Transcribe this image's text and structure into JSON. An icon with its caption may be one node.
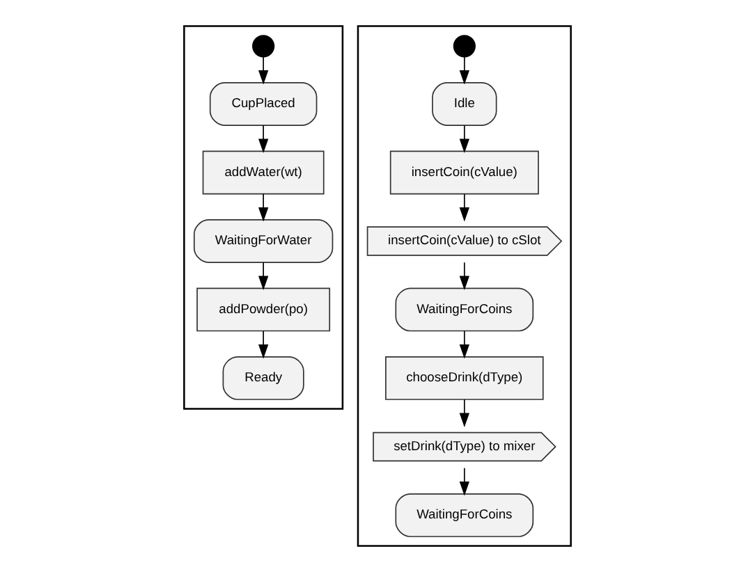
{
  "diagram": {
    "nodes": [
      {
        "text": [],
        "shape": "box"
      },
      {
        "text": [],
        "shape": "circle",
        "in": 0
      },
      {
        "text": [
          "CupPlaced"
        ],
        "in": 0
      },
      {
        "text": [
          "addWater(wt)"
        ],
        "in": 0
      },
      {
        "text": [
          "WaitingForWater"
        ],
        "in": 0
      },
      {
        "text": [
          "addPowder(po)"
        ],
        "in": 0
      },
      {
        "text": [
          "Ready"
        ],
        "in": 0
      },
      {
        "text": [],
        "shape": "box"
      },
      {
        "text": [],
        "shape": "circle",
        "in": 7
      },
      {
        "text": [
          "Idle"
        ],
        "in": 7
      },
      {
        "text": [
          "insertCoin(cValue)"
        ],
        "in": 7
      },
      {
        "text": [
          "insertCoin(cValue) to cSlot"
        ],
        "in": 7
      },
      {
        "text": [
          "WaitingForCoins"
        ],
        "in": 7
      },
      {
        "text": [
          "chooseDrink(dType)"
        ],
        "in": 7
      },
      {
        "text": [
          "setDrink(dType) to mixer"
        ],
        "in": 7
      },
      {
        "text": [
          "WaitingForCoins"
        ],
        "in": 7
      }
    ],
    "edges": [
      {
        "from": 1,
        "to": 2,
        "arrow": "to"
      },
      {
        "from": 2,
        "to": 3,
        "arrow": "to"
      },
      {
        "from": 3,
        "to": 4,
        "arrow": "to"
      },
      {
        "from": 4,
        "to": 5,
        "arrow": "to"
      },
      {
        "from": 5,
        "to": 6,
        "arrow": "to"
      },
      {
        "from": 8,
        "to": 9,
        "arrow": "to"
      },
      {
        "from": 9,
        "to": 10,
        "arrow": "to"
      },
      {
        "from": 10,
        "to": 11,
        "arrow": "to"
      },
      {
        "from": 11,
        "to": 12,
        "arrow": "to"
      },
      {
        "from": 12,
        "to": 13,
        "arrow": "to"
      },
      {
        "from": 13,
        "to": 14,
        "arrow": "to"
      },
      {
        "from": 14,
        "to": 15,
        "arrow": "to"
      }
    ]
  }
}
